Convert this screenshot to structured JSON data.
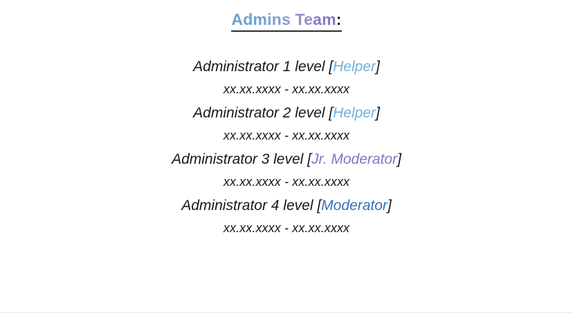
{
  "page": {
    "background_color": "#ffffff",
    "bottom_rule_color": "#e8e8e8"
  },
  "header": {
    "title_segments": [
      {
        "text": "Adm",
        "color": "#6ba3ce"
      },
      {
        "text": "in",
        "color": "#77a2d0"
      },
      {
        "text": "s ",
        "color": "#8a9ad2"
      },
      {
        "text": "Te",
        "color": "#9b8cca"
      },
      {
        "text": "am",
        "color": "#8b7ac8"
      }
    ],
    "title_plain": "Admins Team:",
    "title_colon": ":",
    "title_colon_color": "#1a1a1a",
    "underline_color": "#2b2b33"
  },
  "roles": {
    "helper": {
      "label": "Helper",
      "color": "#6fb0de"
    },
    "jr_moderator": {
      "label": "Jr. Moderator",
      "color": "#8b72be"
    },
    "moderator": {
      "label": "Moderator",
      "color": "#3a6fb5"
    }
  },
  "admins": [
    {
      "prefix": "Administrator 1 level ",
      "bracket_open": "[",
      "role_label": "Helper",
      "bracket_close": "]",
      "dates": "xx.xx.xxxx - xx.xx.xxxx"
    },
    {
      "prefix": "Administrator 2 level ",
      "bracket_open": "[",
      "role_label": "Helper",
      "bracket_close": "]",
      "dates": "xx.xx.xxxx - xx.xx.xxxx"
    },
    {
      "prefix": "Administrator 3 level ",
      "bracket_open": "[",
      "role_label": "Jr. Moderator",
      "bracket_close": "]",
      "dates": "xx.xx.xxxx - xx.xx.xxxx"
    },
    {
      "prefix": "Administrator 4 level ",
      "bracket_open": "[",
      "role_label": "Moderator",
      "bracket_close": "]",
      "dates": "xx.xx.xxxx - xx.xx.xxxx"
    }
  ]
}
